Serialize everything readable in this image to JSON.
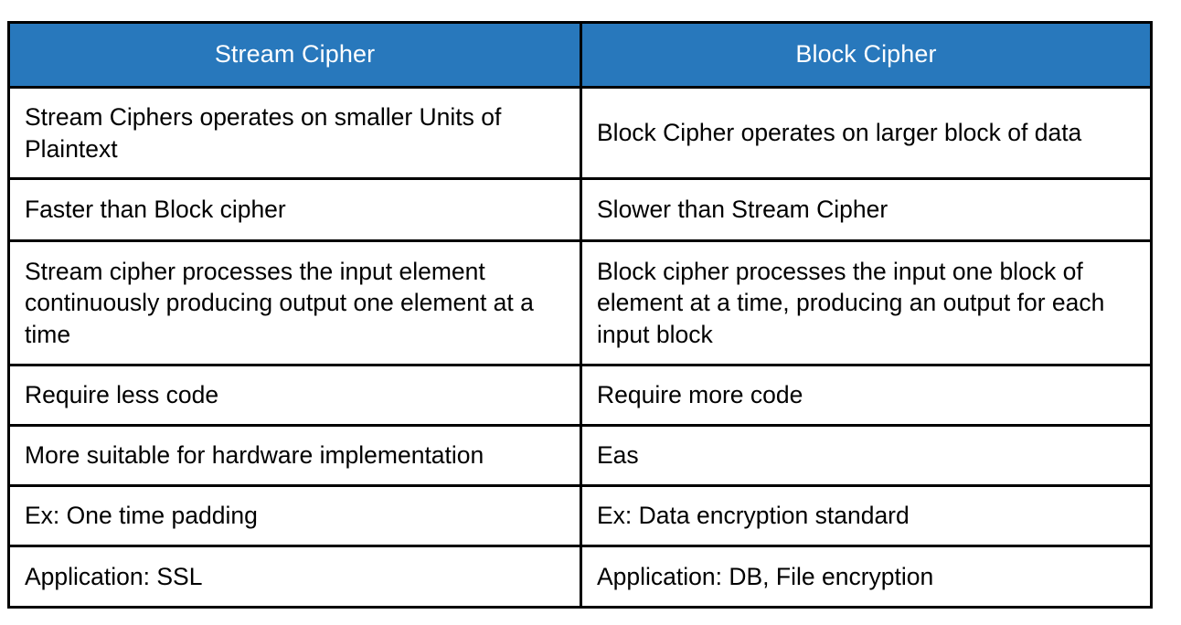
{
  "document": {
    "title": "Stream Cipher vs Block Cipher comparison table",
    "background_color": "#ffffff"
  },
  "table": {
    "header_background_color": "#2878bc",
    "header_text_color": "#ffffff",
    "border_color": "#000000",
    "body_text_color": "#000000",
    "columns": [
      {
        "key": "stream",
        "label": "Stream Cipher"
      },
      {
        "key": "block",
        "label": "Block Cipher"
      }
    ],
    "rows": [
      {
        "stream": "Stream Ciphers operates on smaller Units of Plaintext",
        "block": "Block Cipher operates on larger block of data"
      },
      {
        "stream": "Faster than Block cipher",
        "block": "Slower than Stream Cipher"
      },
      {
        "stream": "Stream cipher processes the input element continuously producing output one element at a time",
        "block": "Block cipher processes the input one block of element at a time, producing an output for each input block"
      },
      {
        "stream": "Require less code",
        "block": "Require more code"
      },
      {
        "stream": "More suitable for hardware implementation",
        "block": "Eas"
      },
      {
        "stream": "Ex: One time padding",
        "block": "Ex: Data encryption standard"
      },
      {
        "stream": "Application: SSL",
        "block": "Application: DB, File encryption"
      }
    ]
  }
}
